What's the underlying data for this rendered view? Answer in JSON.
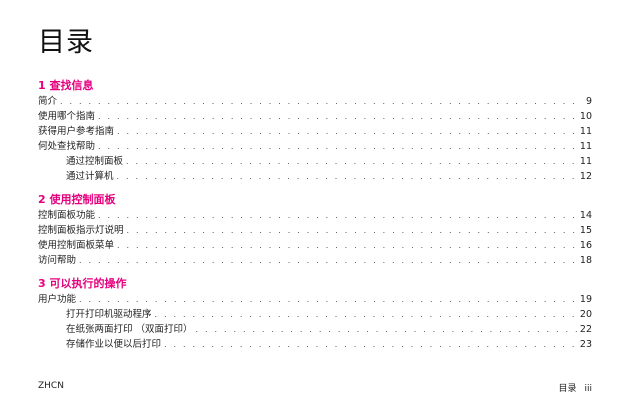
{
  "page_title": "目录",
  "sections": [
    {
      "heading": "1 查找信息",
      "entries": [
        {
          "text": "简介",
          "page": "9",
          "indent": false
        },
        {
          "text": "使用哪个指南",
          "page": "10",
          "indent": false
        },
        {
          "text": "获得用户参考指南",
          "page": "11",
          "indent": false
        },
        {
          "text": "何处查找帮助",
          "page": "11",
          "indent": false
        },
        {
          "text": "通过控制面板",
          "page": "11",
          "indent": true
        },
        {
          "text": "通过计算机",
          "page": "12",
          "indent": true
        }
      ]
    },
    {
      "heading": "2 使用控制面板",
      "entries": [
        {
          "text": "控制面板功能",
          "page": "14",
          "indent": false
        },
        {
          "text": "控制面板指示灯说明",
          "page": "15",
          "indent": false
        },
        {
          "text": "使用控制面板菜单",
          "page": "16",
          "indent": false
        },
        {
          "text": "访问帮助",
          "page": "18",
          "indent": false
        }
      ]
    },
    {
      "heading": "3 可以执行的操作",
      "entries": [
        {
          "text": "用户功能",
          "page": "19",
          "indent": false
        },
        {
          "text": "打开打印机驱动程序",
          "page": "20",
          "indent": true
        },
        {
          "text": "在纸张两面打印 （双面打印）",
          "page": "22",
          "indent": true
        },
        {
          "text": "存储作业以便以后打印",
          "page": "23",
          "indent": true
        }
      ]
    }
  ],
  "footer": {
    "left": "ZHCN",
    "right_label": "目录",
    "right_page": "iii"
  },
  "colors": {
    "heading": "#e6007e",
    "text": "#1a1a1a"
  }
}
